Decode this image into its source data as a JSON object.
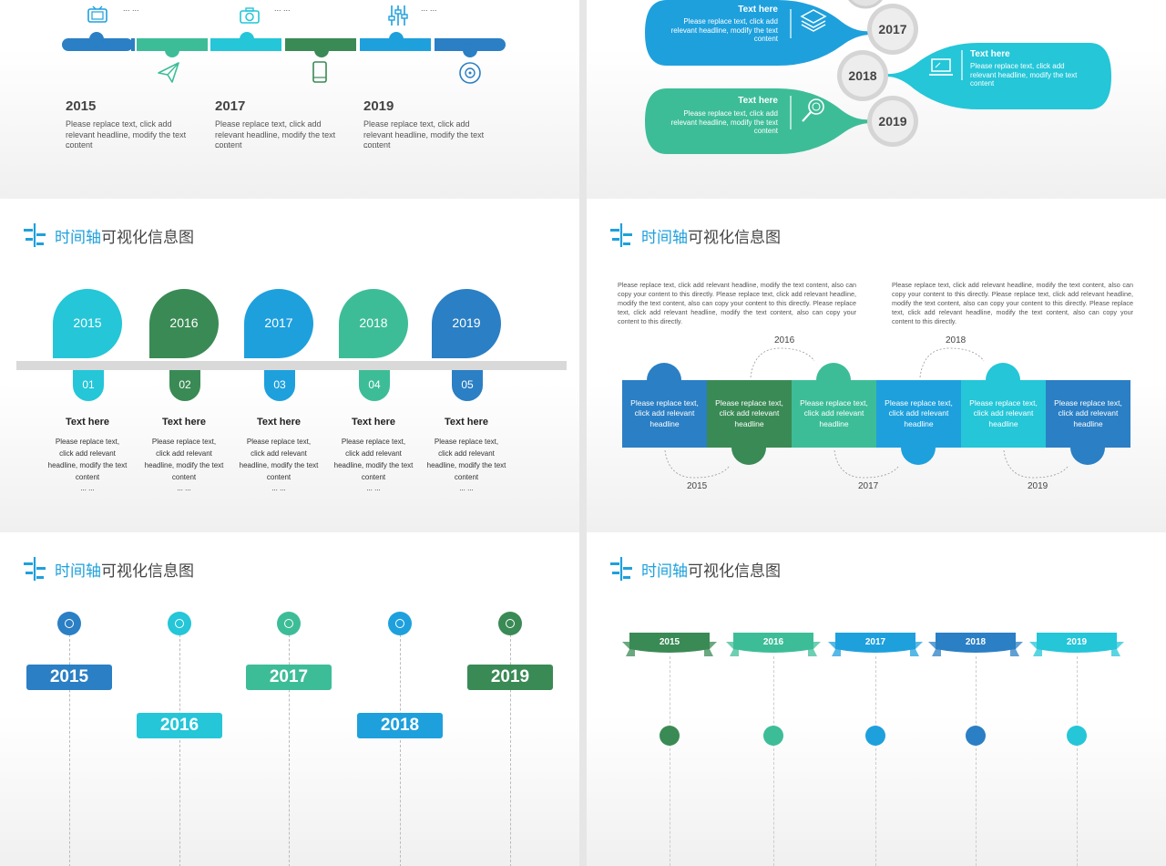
{
  "section_title": {
    "highlight": "时间轴",
    "rest": "可视化信息图"
  },
  "colors": {
    "blue": "#2b7fc4",
    "teal": "#3dbd97",
    "cyan": "#24c6d8",
    "green": "#3a8a55",
    "sky": "#1ea0dd"
  },
  "slide1": {
    "top_ellipsis": [
      "... ...",
      "... ...",
      "... ..."
    ],
    "items": [
      {
        "year": "2015",
        "text": "Please replace text, click add relevant headline, modify the text content",
        "more": "... ..."
      },
      {
        "year": "2017",
        "text": "Please replace text, click add relevant headline, modify the text content",
        "more": "... ..."
      },
      {
        "year": "2019",
        "text": "Please replace text, click add relevant headline, modify the text content",
        "more": "... ..."
      }
    ]
  },
  "slide2": {
    "bubbles": [
      {
        "title": "Text here",
        "text": "Please replace text, click add relevant headline, modify the text content",
        "year": "2017"
      },
      {
        "title": "Text here",
        "text": "Please replace text, click add relevant headline, modify the text content",
        "year": "2018"
      },
      {
        "title": "Text here",
        "text": "Please replace text, click add relevant headline, modify the text content",
        "year": "2019"
      }
    ]
  },
  "slide3": {
    "items": [
      {
        "year": "2015",
        "num": "01",
        "title": "Text here",
        "text": "Please replace text, click add relevant headline, modify the text content",
        "more": "... ..."
      },
      {
        "year": "2016",
        "num": "02",
        "title": "Text here",
        "text": "Please replace text, click add relevant headline, modify the text content",
        "more": "... ..."
      },
      {
        "year": "2017",
        "num": "03",
        "title": "Text here",
        "text": "Please replace text, click add relevant headline, modify the text content",
        "more": "... ..."
      },
      {
        "year": "2018",
        "num": "04",
        "title": "Text here",
        "text": "Please replace text, click add relevant headline, modify the text content",
        "more": "... ..."
      },
      {
        "year": "2019",
        "num": "05",
        "title": "Text here",
        "text": "Please replace text, click add relevant headline, modify the text content",
        "more": "... ..."
      }
    ]
  },
  "slide4": {
    "paragraph_left": "Please replace text, click add relevant headline, modify the text content, also can copy your content to this directly. Please replace text, click add relevant headline, modify the text content, also can copy your content to this directly. Please replace text, click add relevant headline, modify the text content, also can copy your content to this directly.",
    "paragraph_right": "Please replace text, click add relevant headline, modify the text content, also can copy your content to this directly. Please replace text, click add relevant headline, modify the text content, also can copy your content to this directly. Please replace text, click add relevant headline, modify the text content, also can copy your content to this directly.",
    "top_years": [
      "2016",
      "2018"
    ],
    "bottom_years": [
      "2015",
      "2017",
      "2019"
    ],
    "blocks": [
      "Please replace text, click add relevant headline",
      "Please replace text, click add relevant headline",
      "Please replace text, click add relevant headline",
      "Please replace text, click add relevant headline",
      "Please replace text, click add relevant headline",
      "Please replace text, click add relevant headline"
    ]
  },
  "slide5": {
    "years": [
      "2015",
      "2016",
      "2017",
      "2018",
      "2019"
    ]
  },
  "slide6": {
    "years": [
      "2015",
      "2016",
      "2017",
      "2018",
      "2019"
    ]
  }
}
